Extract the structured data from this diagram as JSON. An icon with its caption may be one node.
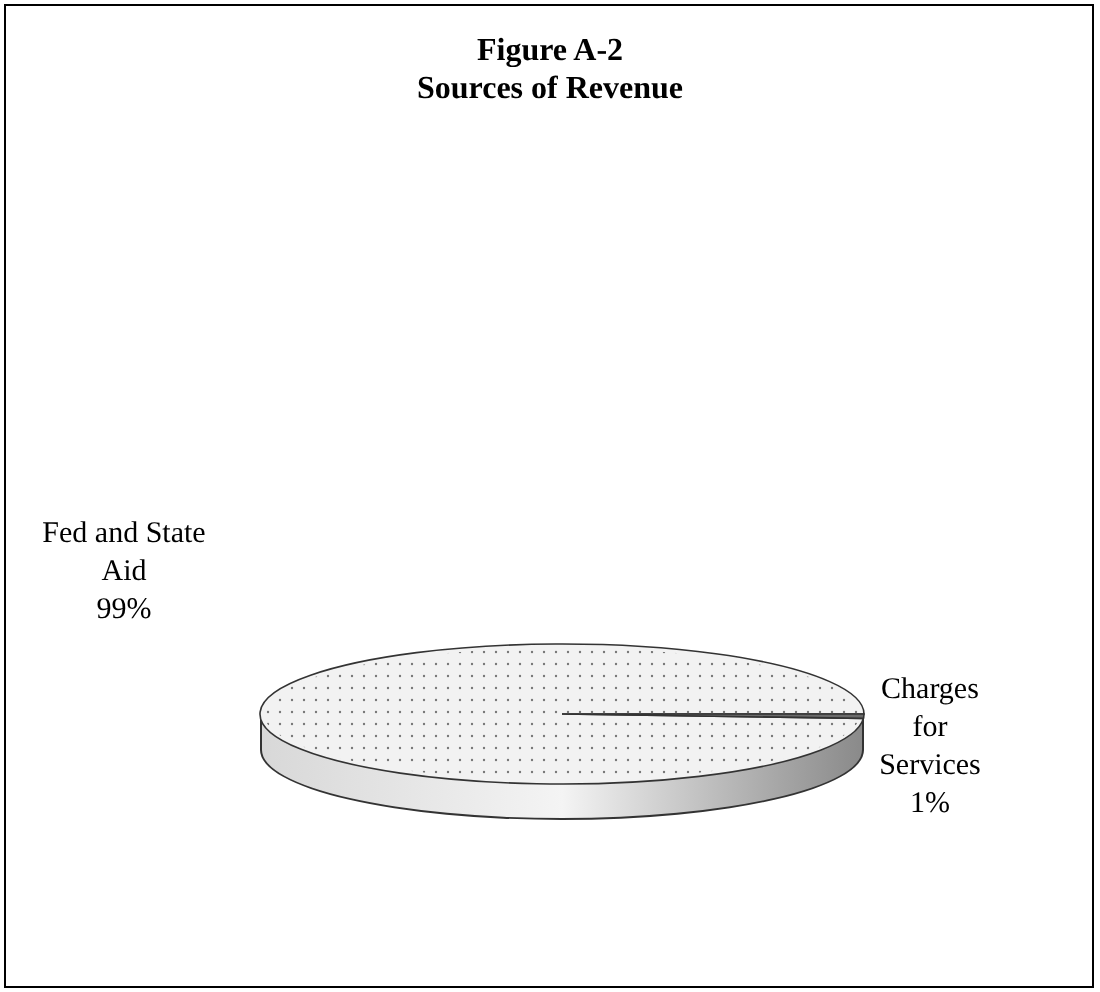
{
  "diagram": {
    "title": "Figure A-2",
    "chart_data": {
      "type": "pie",
      "title": "Sources of Revenue",
      "categories": [
        "Fed and State Aid",
        "Charges for Services"
      ],
      "values": [
        99,
        1
      ],
      "value_labels": [
        "99%",
        "1%"
      ]
    }
  }
}
